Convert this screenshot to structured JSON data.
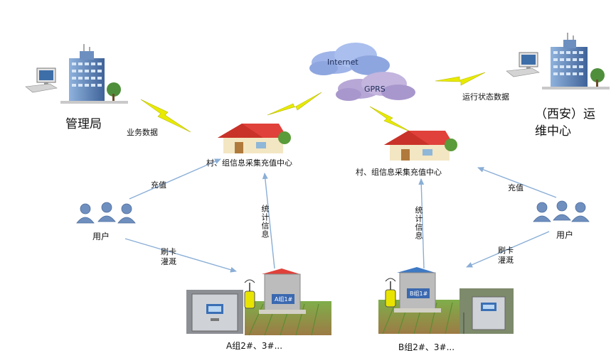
{
  "colors": {
    "arrow": "#8aaed6",
    "bolt": "#e8ea00",
    "roof": "#e0413a",
    "cloud_blue": "#9fb4e8",
    "cloud_purple": "#b7a7d6",
    "building": "#5b7fb0",
    "group_icon": "#6f8fbf"
  },
  "cloud": {
    "internet": "Internet",
    "gprs": "GPRS"
  },
  "left": {
    "mgmt_title": "管理局",
    "business_data": "业务数据",
    "center_label": "村、组信息采集充值中心",
    "recharge": "充值",
    "user": "用户",
    "swipe_irrigate": [
      "刷卡",
      "灌溉"
    ],
    "stats_info": "统计信息",
    "station_label": "A组1#",
    "bottom_caption": "A组2#、3#..."
  },
  "right": {
    "ops_title_line1": "（西安）运",
    "ops_title_line2": "维中心",
    "status_data": "运行状态数据",
    "center_label": "村、组信息采集充值中心",
    "recharge": "充值",
    "user": "用户",
    "swipe_irrigate": [
      "刷卡",
      "灌溉"
    ],
    "stats_info": "统计信息",
    "station_label": "B组1#",
    "bottom_caption": "B组2#、3#..."
  }
}
